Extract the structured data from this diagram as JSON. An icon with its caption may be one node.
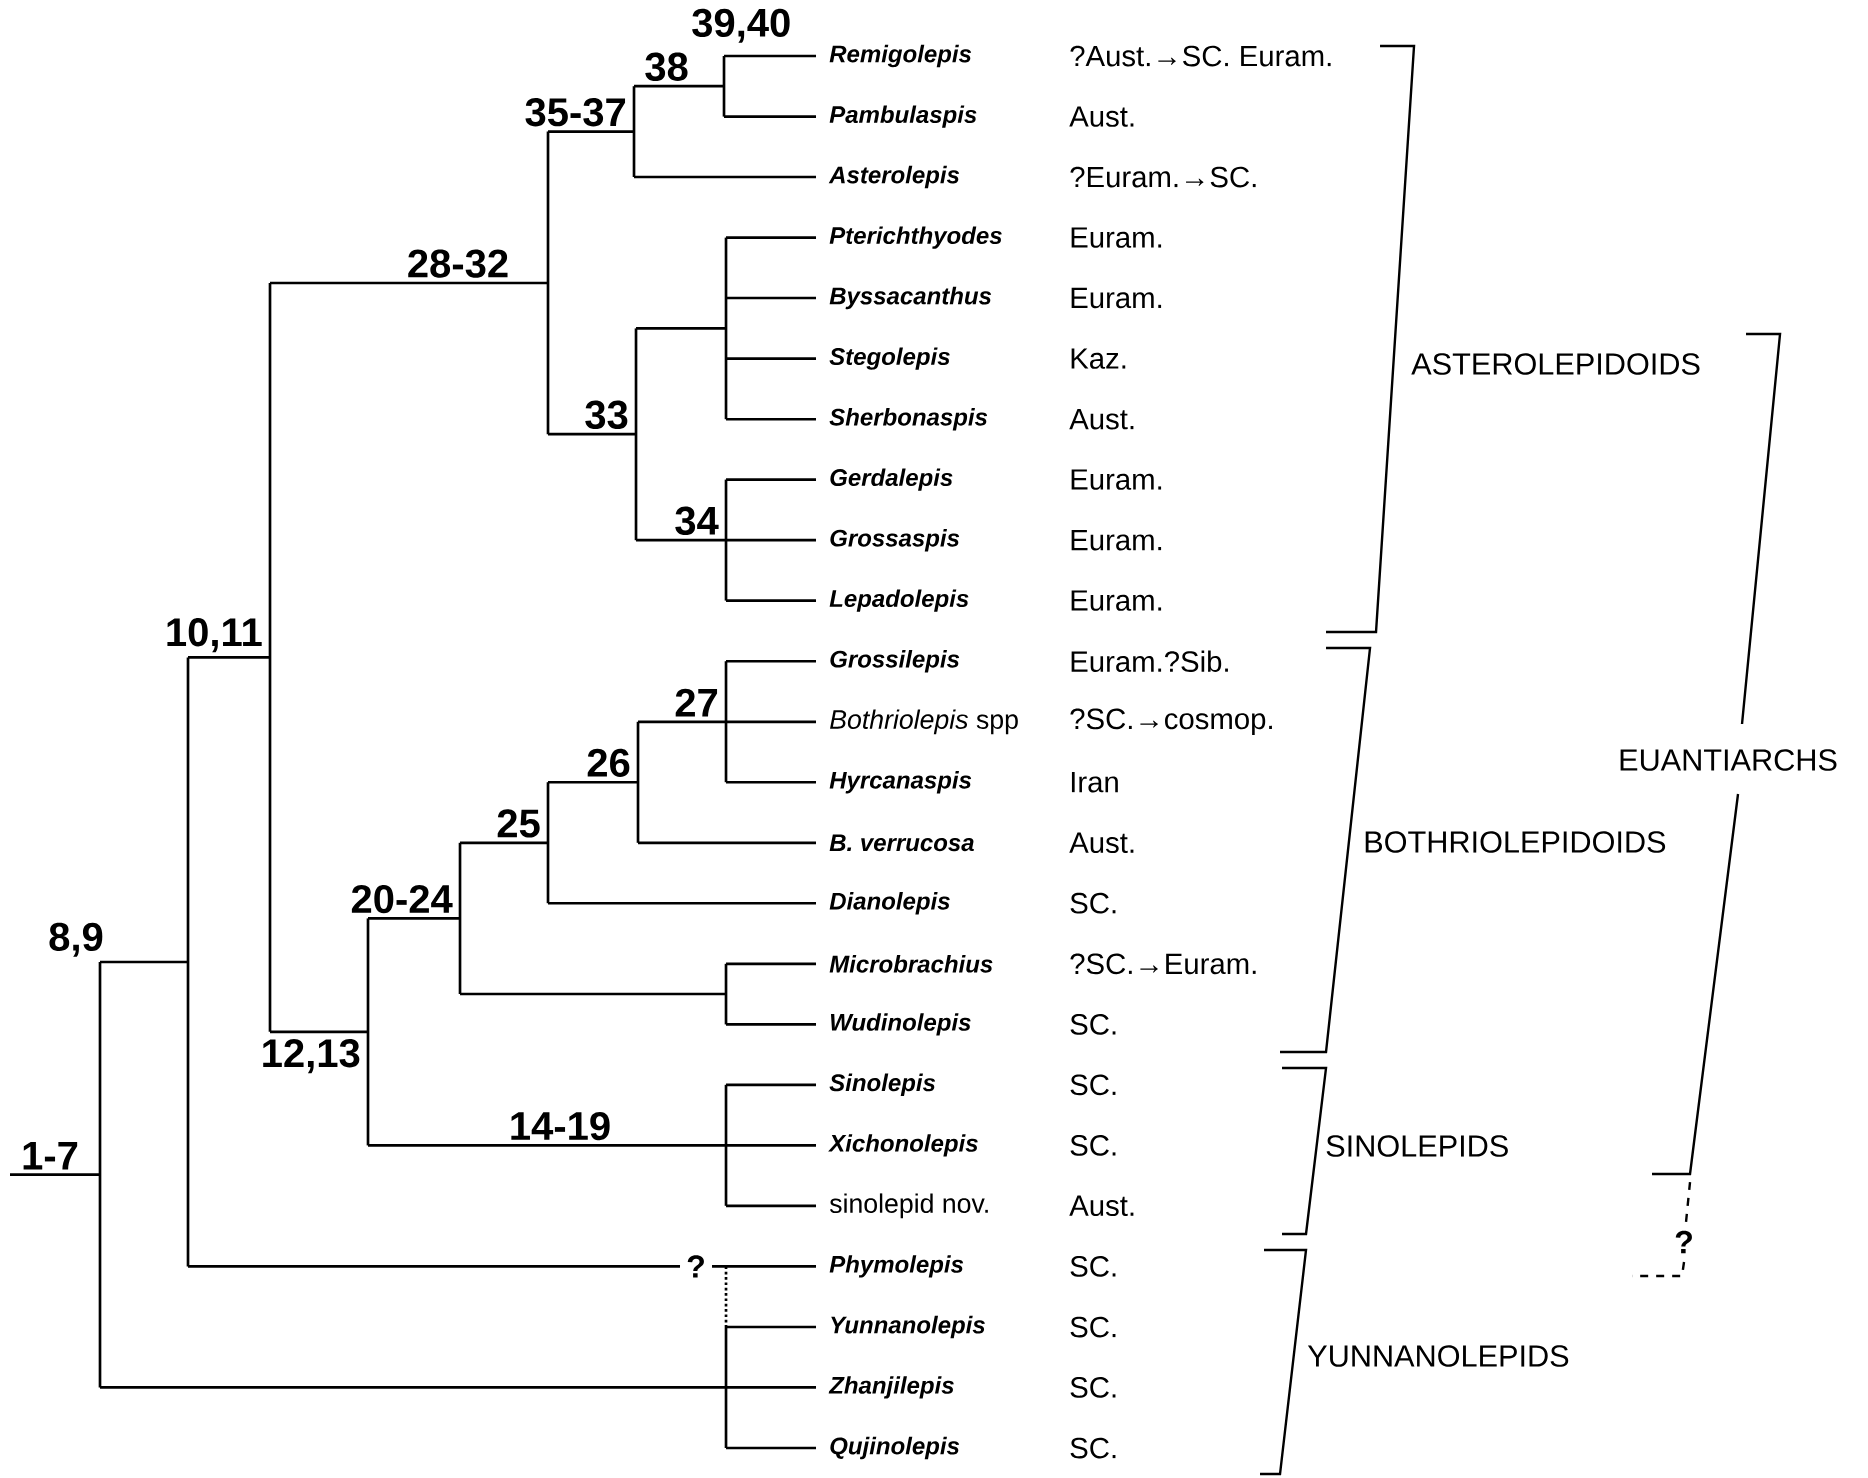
{
  "diagram": {
    "nodes": [
      {
        "text": [
          "Remigolepis"
        ]
      },
      {
        "text": [
          "Pambulaspis"
        ]
      },
      {
        "text": [
          "Asterolepis"
        ]
      },
      {
        "text": [
          "Pterichthyodes"
        ]
      },
      {
        "text": [
          "Byssacanthus"
        ]
      },
      {
        "text": [
          "Stegolepis"
        ]
      },
      {
        "text": [
          "Sherbonaspis"
        ]
      },
      {
        "text": [
          "Gerdalepis"
        ]
      },
      {
        "text": [
          "Grossaspis"
        ]
      },
      {
        "text": [
          "Lepadolepis"
        ]
      },
      {
        "text": [
          "Grossilepis"
        ]
      },
      {
        "text": [
          "*Bothriolepis* spp"
        ]
      },
      {
        "text": [
          "Hyrcanaspis"
        ]
      },
      {
        "text": [
          "B. verrucosa"
        ]
      },
      {
        "text": [
          "Dianolepis"
        ]
      },
      {
        "text": [
          "Microbrachius"
        ]
      },
      {
        "text": [
          "Wudinolepis"
        ]
      },
      {
        "text": [
          "Sinolepis"
        ]
      },
      {
        "text": [
          "Xichonolepis"
        ]
      },
      {
        "text": [
          "sinolepid nov."
        ]
      },
      {
        "text": [
          "Phymolepis"
        ]
      },
      {
        "text": [
          "Yunnanolepis"
        ]
      },
      {
        "text": [
          "Zhanjilepis"
        ]
      },
      {
        "text": [
          "Qujinolepis"
        ]
      }
    ],
    "labels": [
      "39,40",
      "38",
      "35-37",
      "28-32",
      "33",
      "34",
      "10,11",
      "27",
      "26",
      "25",
      "20-24",
      "8,9",
      "12,13",
      "14-19",
      "1-7",
      "?",
      "ASTEROLEPIDOIDS",
      "EUANTIARCHS",
      "BOTHRIOLEPIDOIDS",
      "SINOLEPIDS",
      "YUNNANOLEPIDS",
      "?",
      "?Aust.→SC. Euram.",
      "Aust.",
      "?Euram.→SC.",
      "Euram.",
      "Euram.",
      "Kaz.",
      "Aust.",
      "Euram.",
      "Euram.",
      "Euram.",
      "Euram.?Sib.",
      "?SC.→cosmop.",
      "Iran",
      "Aust.",
      "SC.",
      "?SC.→Euram.",
      "SC.",
      "SC.",
      "SC.",
      "Aust.",
      "SC.",
      "SC.",
      "SC.",
      "SC."
    ]
  }
}
